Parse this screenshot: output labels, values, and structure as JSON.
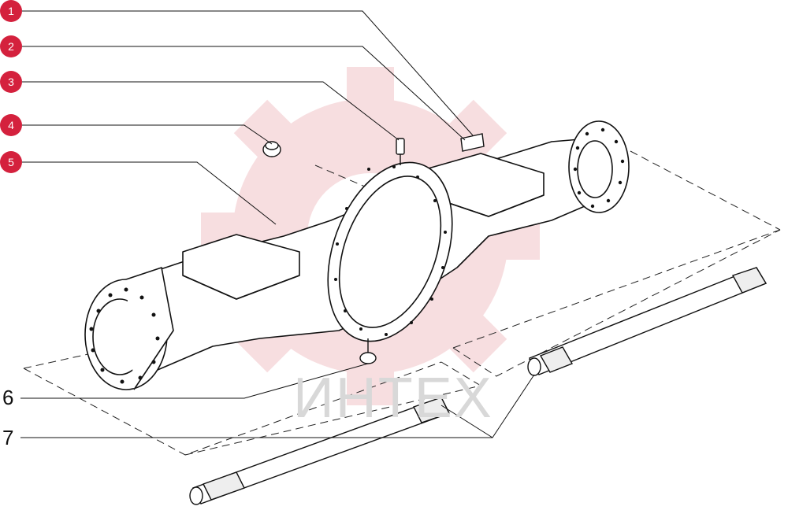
{
  "callouts": {
    "badge_color": "#d4213d",
    "numbered": [
      "1",
      "2",
      "3",
      "4",
      "5"
    ],
    "plain": [
      "6",
      "7"
    ]
  },
  "watermark": {
    "text": "ИНТЕХ",
    "gear_color": "#f2c4c8",
    "text_color": "#d8d8d8"
  }
}
